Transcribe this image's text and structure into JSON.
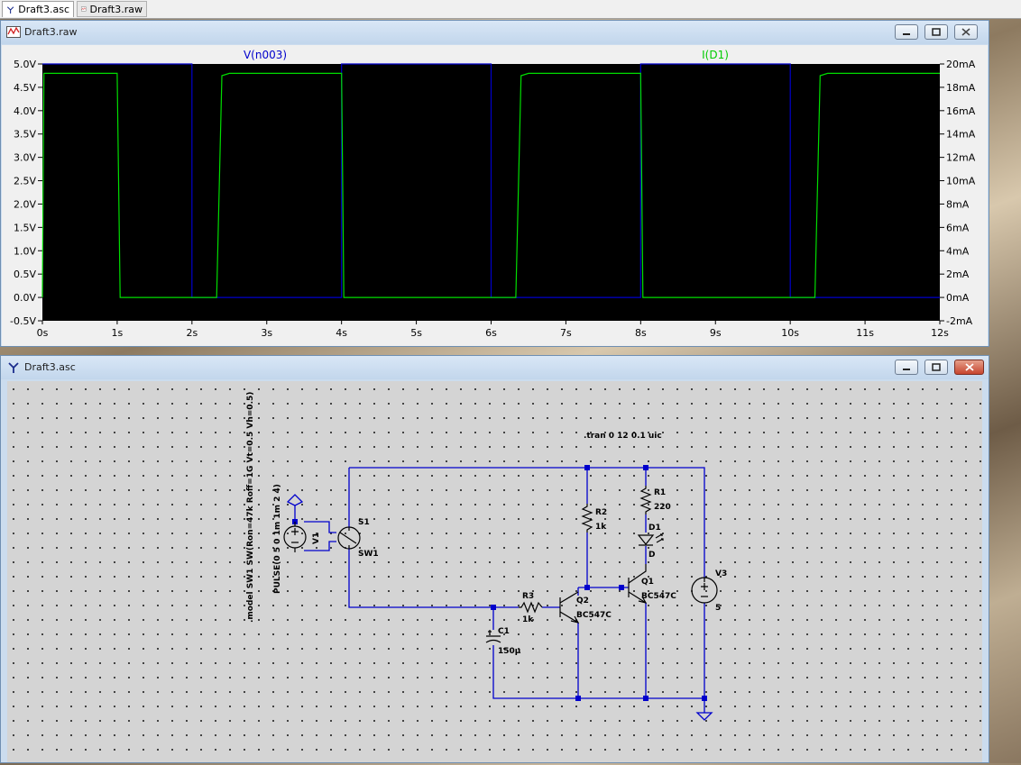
{
  "tabs": [
    {
      "label": "Draft3.asc",
      "icon": "schematic-icon",
      "active": true
    },
    {
      "label": "Draft3.raw",
      "icon": "waveform-icon",
      "active": false
    }
  ],
  "waveform_window": {
    "title": "Draft3.raw",
    "trace_labels": [
      {
        "name": "V(n003)",
        "color": "#0000cc"
      },
      {
        "name": "I(D1)",
        "color": "#00cc00"
      }
    ],
    "left_axis": {
      "ticks": [
        "5.0V",
        "4.5V",
        "4.0V",
        "3.5V",
        "3.0V",
        "2.5V",
        "2.0V",
        "1.5V",
        "1.0V",
        "0.5V",
        "0.0V",
        "-0.5V"
      ],
      "range": [
        -0.5,
        5.0
      ]
    },
    "right_axis": {
      "ticks": [
        "20mA",
        "18mA",
        "16mA",
        "14mA",
        "12mA",
        "10mA",
        "8mA",
        "6mA",
        "4mA",
        "2mA",
        "0mA",
        "-2mA"
      ],
      "range": [
        -2,
        20
      ]
    },
    "x_axis": {
      "ticks": [
        "0s",
        "1s",
        "2s",
        "3s",
        "4s",
        "5s",
        "6s",
        "7s",
        "8s",
        "9s",
        "10s",
        "11s",
        "12s"
      ],
      "range": [
        0,
        12
      ]
    },
    "colors": {
      "background": "#000000",
      "voltage": "#0000cc",
      "current": "#00dd00"
    }
  },
  "chart_data": {
    "type": "line",
    "xlabel": "",
    "ylabel": "",
    "xlim": [
      0,
      12
    ],
    "ylim": [
      -0.5,
      5.0
    ],
    "y2lim": [
      -2,
      20
    ],
    "series": [
      {
        "name": "V(n003)",
        "axis": "left",
        "x": [
          0,
          2,
          2,
          4,
          4,
          6,
          6,
          8,
          8,
          10,
          10,
          12
        ],
        "y": [
          5,
          5,
          0,
          0,
          5,
          5,
          0,
          0,
          5,
          5,
          0,
          0
        ]
      },
      {
        "name": "I(D1)",
        "axis": "right",
        "x": [
          0,
          0.02,
          1.0,
          1.04,
          2.33,
          2.4,
          2.5,
          4.0,
          4.03,
          6.33,
          6.4,
          6.5,
          8.0,
          8.03,
          10.33,
          10.4,
          10.5,
          12
        ],
        "y": [
          0,
          19.2,
          19.2,
          0,
          0,
          19.0,
          19.2,
          19.2,
          0,
          0,
          19.0,
          19.2,
          19.2,
          0,
          0,
          19.0,
          19.2,
          19.2
        ]
      }
    ]
  },
  "schematic_window": {
    "title": "Draft3.asc",
    "directives": {
      "tran": ".tran 0 12 0.1 uic",
      "model": ".model SW1 SW(Ron=47k Roff=1G Vt=0.5 Vh=0.5)",
      "pulse": "PULSE(0 5 0 1m 1m 2 4)"
    },
    "components": {
      "v1": "V1",
      "s1": "S1",
      "s1_model": "SW1",
      "r1": "R1",
      "r1_val": "220",
      "r2": "R2",
      "r2_val": "1k",
      "r3": "R3",
      "r3_val": "1k",
      "d1": "D1",
      "d1_val": "D",
      "q1": "Q1",
      "q1_val": "BC547C",
      "q2": "Q2",
      "q2_val": "BC547C",
      "c1": "C1",
      "c1_val": "150µ",
      "v3": "V3",
      "v3_val": "5"
    },
    "colors": {
      "wire": "#0000cc",
      "junction": "#0000cc",
      "background": "#d4d4d4"
    }
  }
}
